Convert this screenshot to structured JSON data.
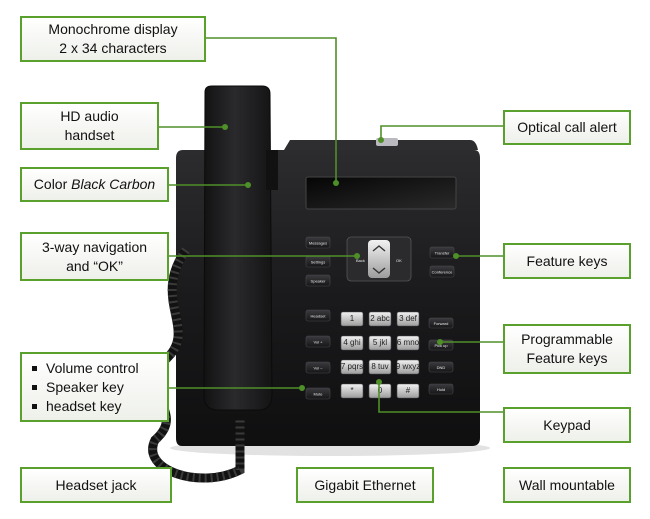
{
  "callouts": {
    "display": {
      "line1": "Monochrome display",
      "line2": "2 x 34 characters"
    },
    "handset": {
      "line1": "HD audio",
      "line2": "handset"
    },
    "color": {
      "prefix": "Color ",
      "italic": "Black Carbon"
    },
    "navigation": {
      "line1": "3-way navigation",
      "line2": "and “OK”"
    },
    "volume": {
      "items": [
        "Volume control",
        "Speaker key",
        "headset key"
      ]
    },
    "headset_jack": "Headset jack",
    "ethernet": "Gigabit Ethernet",
    "wall": "Wall mountable",
    "optical": "Optical call alert",
    "feature": "Feature keys",
    "programmable": {
      "line1": "Programmable",
      "line2": "Feature keys"
    },
    "keypad": "Keypad"
  },
  "phone": {
    "left_keys": [
      "Messages",
      "Settings",
      "Speaker"
    ],
    "nav": {
      "back": "Back",
      "ok": "OK"
    },
    "right_keys": [
      "Transfer",
      "Conference"
    ],
    "lower_left_keys": [
      "Headset",
      "Vol +",
      "Vol –",
      "Mute"
    ],
    "digits": [
      "1",
      "2",
      "3",
      "4",
      "5",
      "6",
      "7",
      "8",
      "9",
      "*",
      "0",
      "#"
    ],
    "digit_letters": [
      "",
      "abc",
      "def",
      "ghi",
      "jkl",
      "mno",
      "pqrs",
      "tuv",
      "wxyz",
      "",
      "",
      ""
    ],
    "prog_keys": [
      "Forward",
      "Pick up",
      "DND",
      "Hold"
    ]
  },
  "colors": {
    "accent": "#5aa02c",
    "phone_body": "#1b1b1d"
  }
}
